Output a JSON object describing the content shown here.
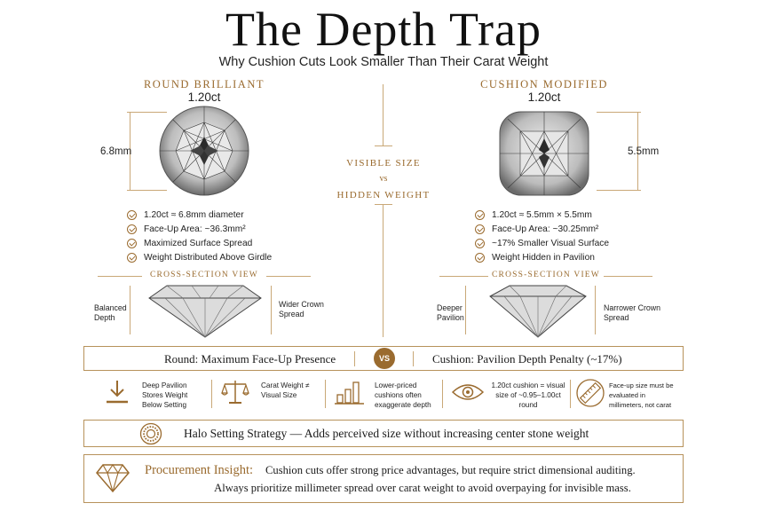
{
  "header": {
    "title": "The Depth Trap",
    "subtitle": "Why Cushion Cuts Look Smaller Than Their Carat Weight"
  },
  "round": {
    "name": "ROUND BRILLIANT",
    "carat": "1.20ct",
    "diameter_label": "6.8mm",
    "bullets": [
      "1.20ct ≈ 6.8mm diameter",
      "Face-Up Area: ~36.3mm²",
      "Maximized Surface Spread",
      "Weight Distributed Above Girdle"
    ],
    "cross_section": {
      "heading": "CROSS-SECTION VIEW",
      "left_label": "Balanced Depth",
      "right_label": "Wider Crown Spread"
    }
  },
  "cushion": {
    "name": "CUSHION MODIFIED",
    "carat": "1.20ct",
    "height_label": "5.5mm",
    "bullets": [
      "1.20ct ≈ 5.5mm × 5.5mm",
      "Face-Up Area: ~30.25mm²",
      "~17% Smaller Visual Surface",
      "Weight Hidden in Pavilion"
    ],
    "cross_section": {
      "heading": "CROSS-SECTION VIEW",
      "left_label": "Deeper Pavilion",
      "right_label": "Narrower Crown Spread"
    }
  },
  "center": {
    "line1": "VISIBLE SIZE",
    "line2": "vs",
    "line3": "HIDDEN WEIGHT"
  },
  "comparison": {
    "left": "Round: Maximum Face-Up Presence",
    "badge": "VS",
    "right": "Cushion: Pavilion Depth Penalty (~17%)"
  },
  "facts": [
    {
      "icon": "download-arrow-icon",
      "text": "Deep Pavilion Stores Weight Below Setting"
    },
    {
      "icon": "balance-scale-icon",
      "text": "Carat Weight ≠ Visual Size"
    },
    {
      "icon": "bar-chart-icon",
      "text": "Lower-priced cushions often exaggerate depth"
    },
    {
      "icon": "eye-icon",
      "text": "1.20ct cushion = visual size of ~0.95–1.00ct round"
    },
    {
      "icon": "ruler-icon",
      "text": "Face-up size must be evaluated in millimeters, not carat"
    }
  ],
  "halo": {
    "text": "Halo Setting Strategy — Adds perceived size without increasing center stone weight"
  },
  "insight": {
    "label": "Procurement Insight:",
    "line1": "Cushion cuts offer strong price advantages, but require strict dimensional auditing.",
    "line2": "Always prioritize millimeter spread over carat weight to avoid overpaying for invisible mass."
  },
  "colors": {
    "accent": "#9a6b2f",
    "border": "#b7925b"
  }
}
